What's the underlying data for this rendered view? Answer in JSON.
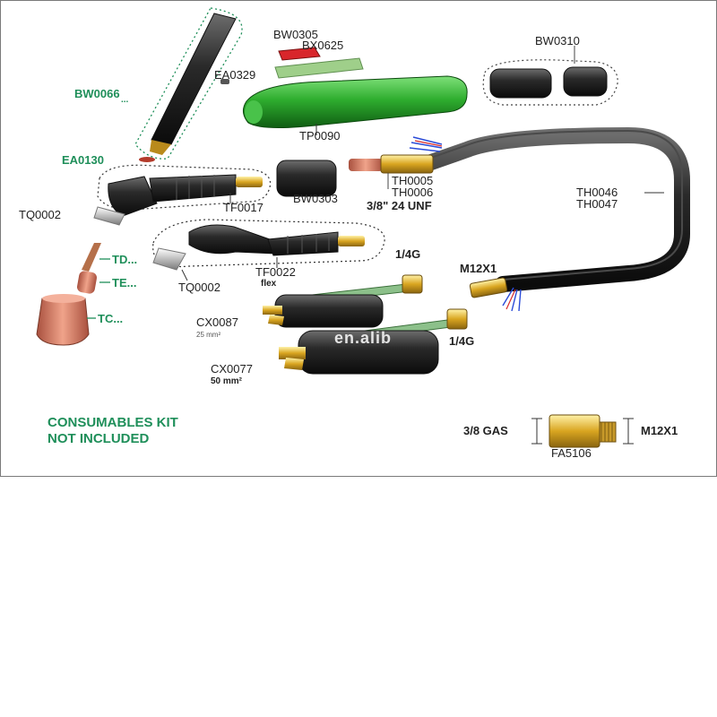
{
  "labels": {
    "bw0305": "BW0305",
    "bx0625": "BX0625",
    "bw0310": "BW0310",
    "ea0329": "EA0329",
    "bw0066": "BW0066",
    "bw0066_dots": "...",
    "tp0090": "TP0090",
    "ea0130": "EA0130",
    "th0005": "TH0005",
    "th0006": "TH0006",
    "thread": "3/8\" 24 UNF",
    "tq0002_a": "TQ0002",
    "tf0017": "TF0017",
    "bw0303": "BW0303",
    "th0046": "TH0046",
    "th0047": "TH0047",
    "td": "TD...",
    "te": "TE...",
    "tc": "TC...",
    "tf0022": "TF0022",
    "flex": "flex",
    "tq0002_b": "TQ0002",
    "g14_top": "1/4G",
    "m12x1_top": "M12X1",
    "cx0087": "CX0087",
    "cx0087_size": "25 mm²",
    "g14_mid": "1/4G",
    "cx0077": "CX0077",
    "cx0077_size": "50 mm²",
    "gas": "3/8 GAS",
    "m12x1_fa": "M12X1",
    "fa5106": "FA5106"
  },
  "note": {
    "line1": "CONSUMABLES KIT",
    "line2": "NOT INCLUDED"
  },
  "watermark": "en.alib",
  "colors": {
    "green_label": "#1f8f5a",
    "handle_green": "#2fae2f",
    "cable": "#2b2b2b",
    "brass": "#d9a520"
  }
}
